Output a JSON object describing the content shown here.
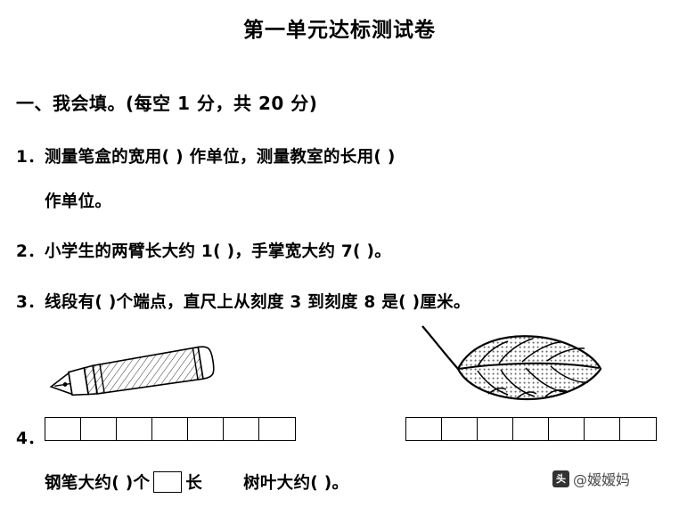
{
  "document": {
    "title": "第一单元达标测试卷",
    "section_one_head": "一、我会填。(每空 1 分，共 20 分)",
    "questions": {
      "q1_line1": "1．测量笔盒的宽用(                 ) 作单位，测量教室的长用(                 )",
      "q1_line2": "作单位。",
      "q2": "2．小学生的两臂长大约 1(             )，手掌宽大约 7(             )。",
      "q3": "3．线段有(           )个端点，直尺上从刻度 3 到刻度 8 是(           )厘米。",
      "q4_number": "4．",
      "q4_pen_label": "钢笔大约(           )个",
      "q4_pen_label_tail": "长",
      "q4_leaf_label": "树叶大约(           )。"
    },
    "grids": {
      "pen_cells": 7,
      "leaf_cells": 7
    },
    "illustrations": {
      "pen": "fountain-pen-drawing",
      "leaf": "leaf-drawing"
    }
  },
  "watermark": {
    "logo": "头条",
    "text": "@嫒嫒妈"
  }
}
